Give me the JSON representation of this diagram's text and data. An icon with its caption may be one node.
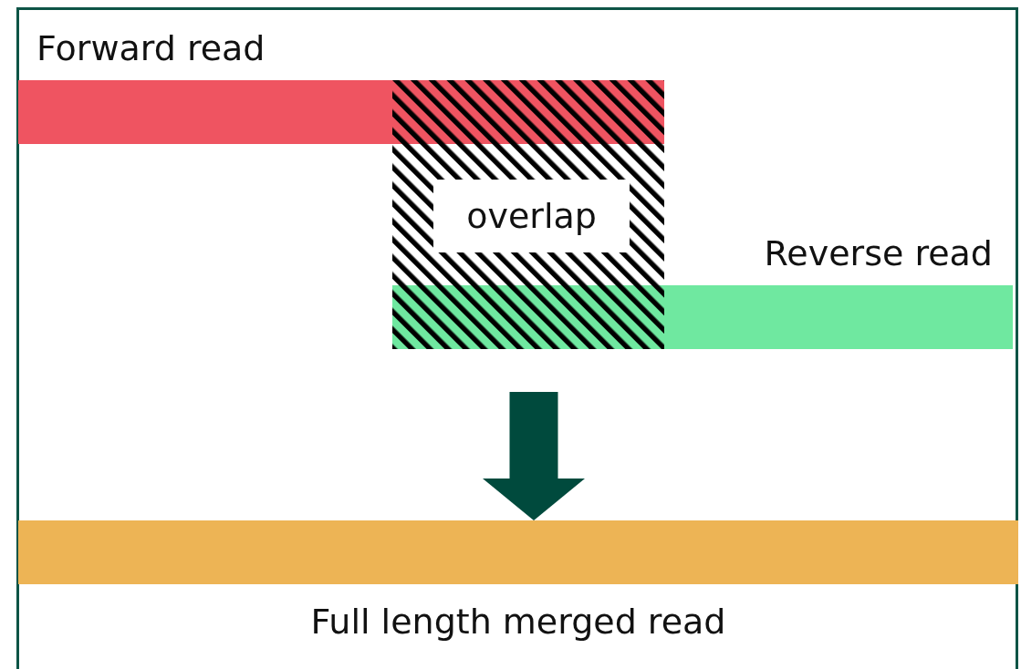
{
  "diagram": {
    "nodes": [
      {
        "text": [
          "Forward read"
        ]
      },
      {
        "text": [
          "Reverse read"
        ]
      },
      {
        "text": [
          "overlap"
        ]
      },
      {
        "text": [
          "Full length merged read"
        ]
      }
    ],
    "edges": [
      {
        "from": 2,
        "to": 3,
        "arrow": "to"
      }
    ]
  }
}
